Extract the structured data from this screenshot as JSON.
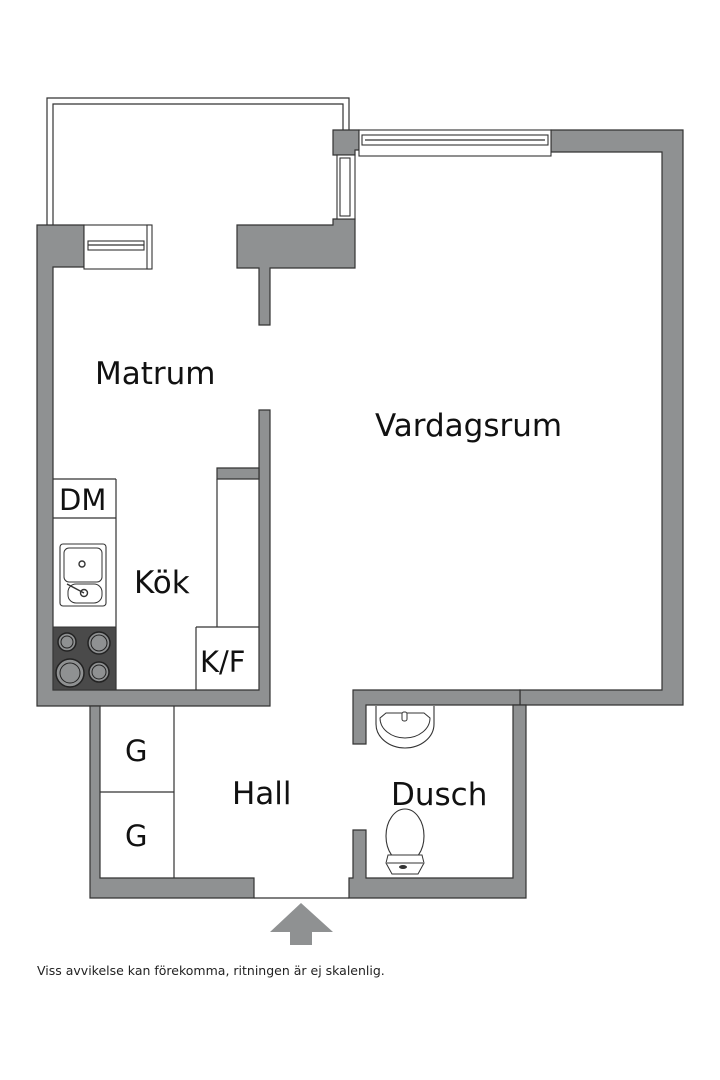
{
  "floorplan": {
    "colors": {
      "wall": "#8f9192",
      "outline": "#333333",
      "stove": "#4a4a4a",
      "entrance_arrow": "#8f9192"
    },
    "rooms": {
      "matrum": "Matrum",
      "vardagsrum": "Vardagsrum",
      "kok": "Kök",
      "hall": "Hall",
      "dusch": "Dusch"
    },
    "fixtures": {
      "dishwasher": "DM",
      "fridge_freezer": "K/F",
      "wardrobe_1": "G",
      "wardrobe_2": "G"
    },
    "icons": {
      "entrance": "entrance-arrow-icon",
      "sink": "kitchen-sink-icon",
      "stove": "stove-icon",
      "washbasin": "washbasin-icon",
      "toilet": "toilet-icon"
    }
  },
  "disclaimer": "Viss avvikelse kan förekomma, ritningen är ej skalenlig."
}
